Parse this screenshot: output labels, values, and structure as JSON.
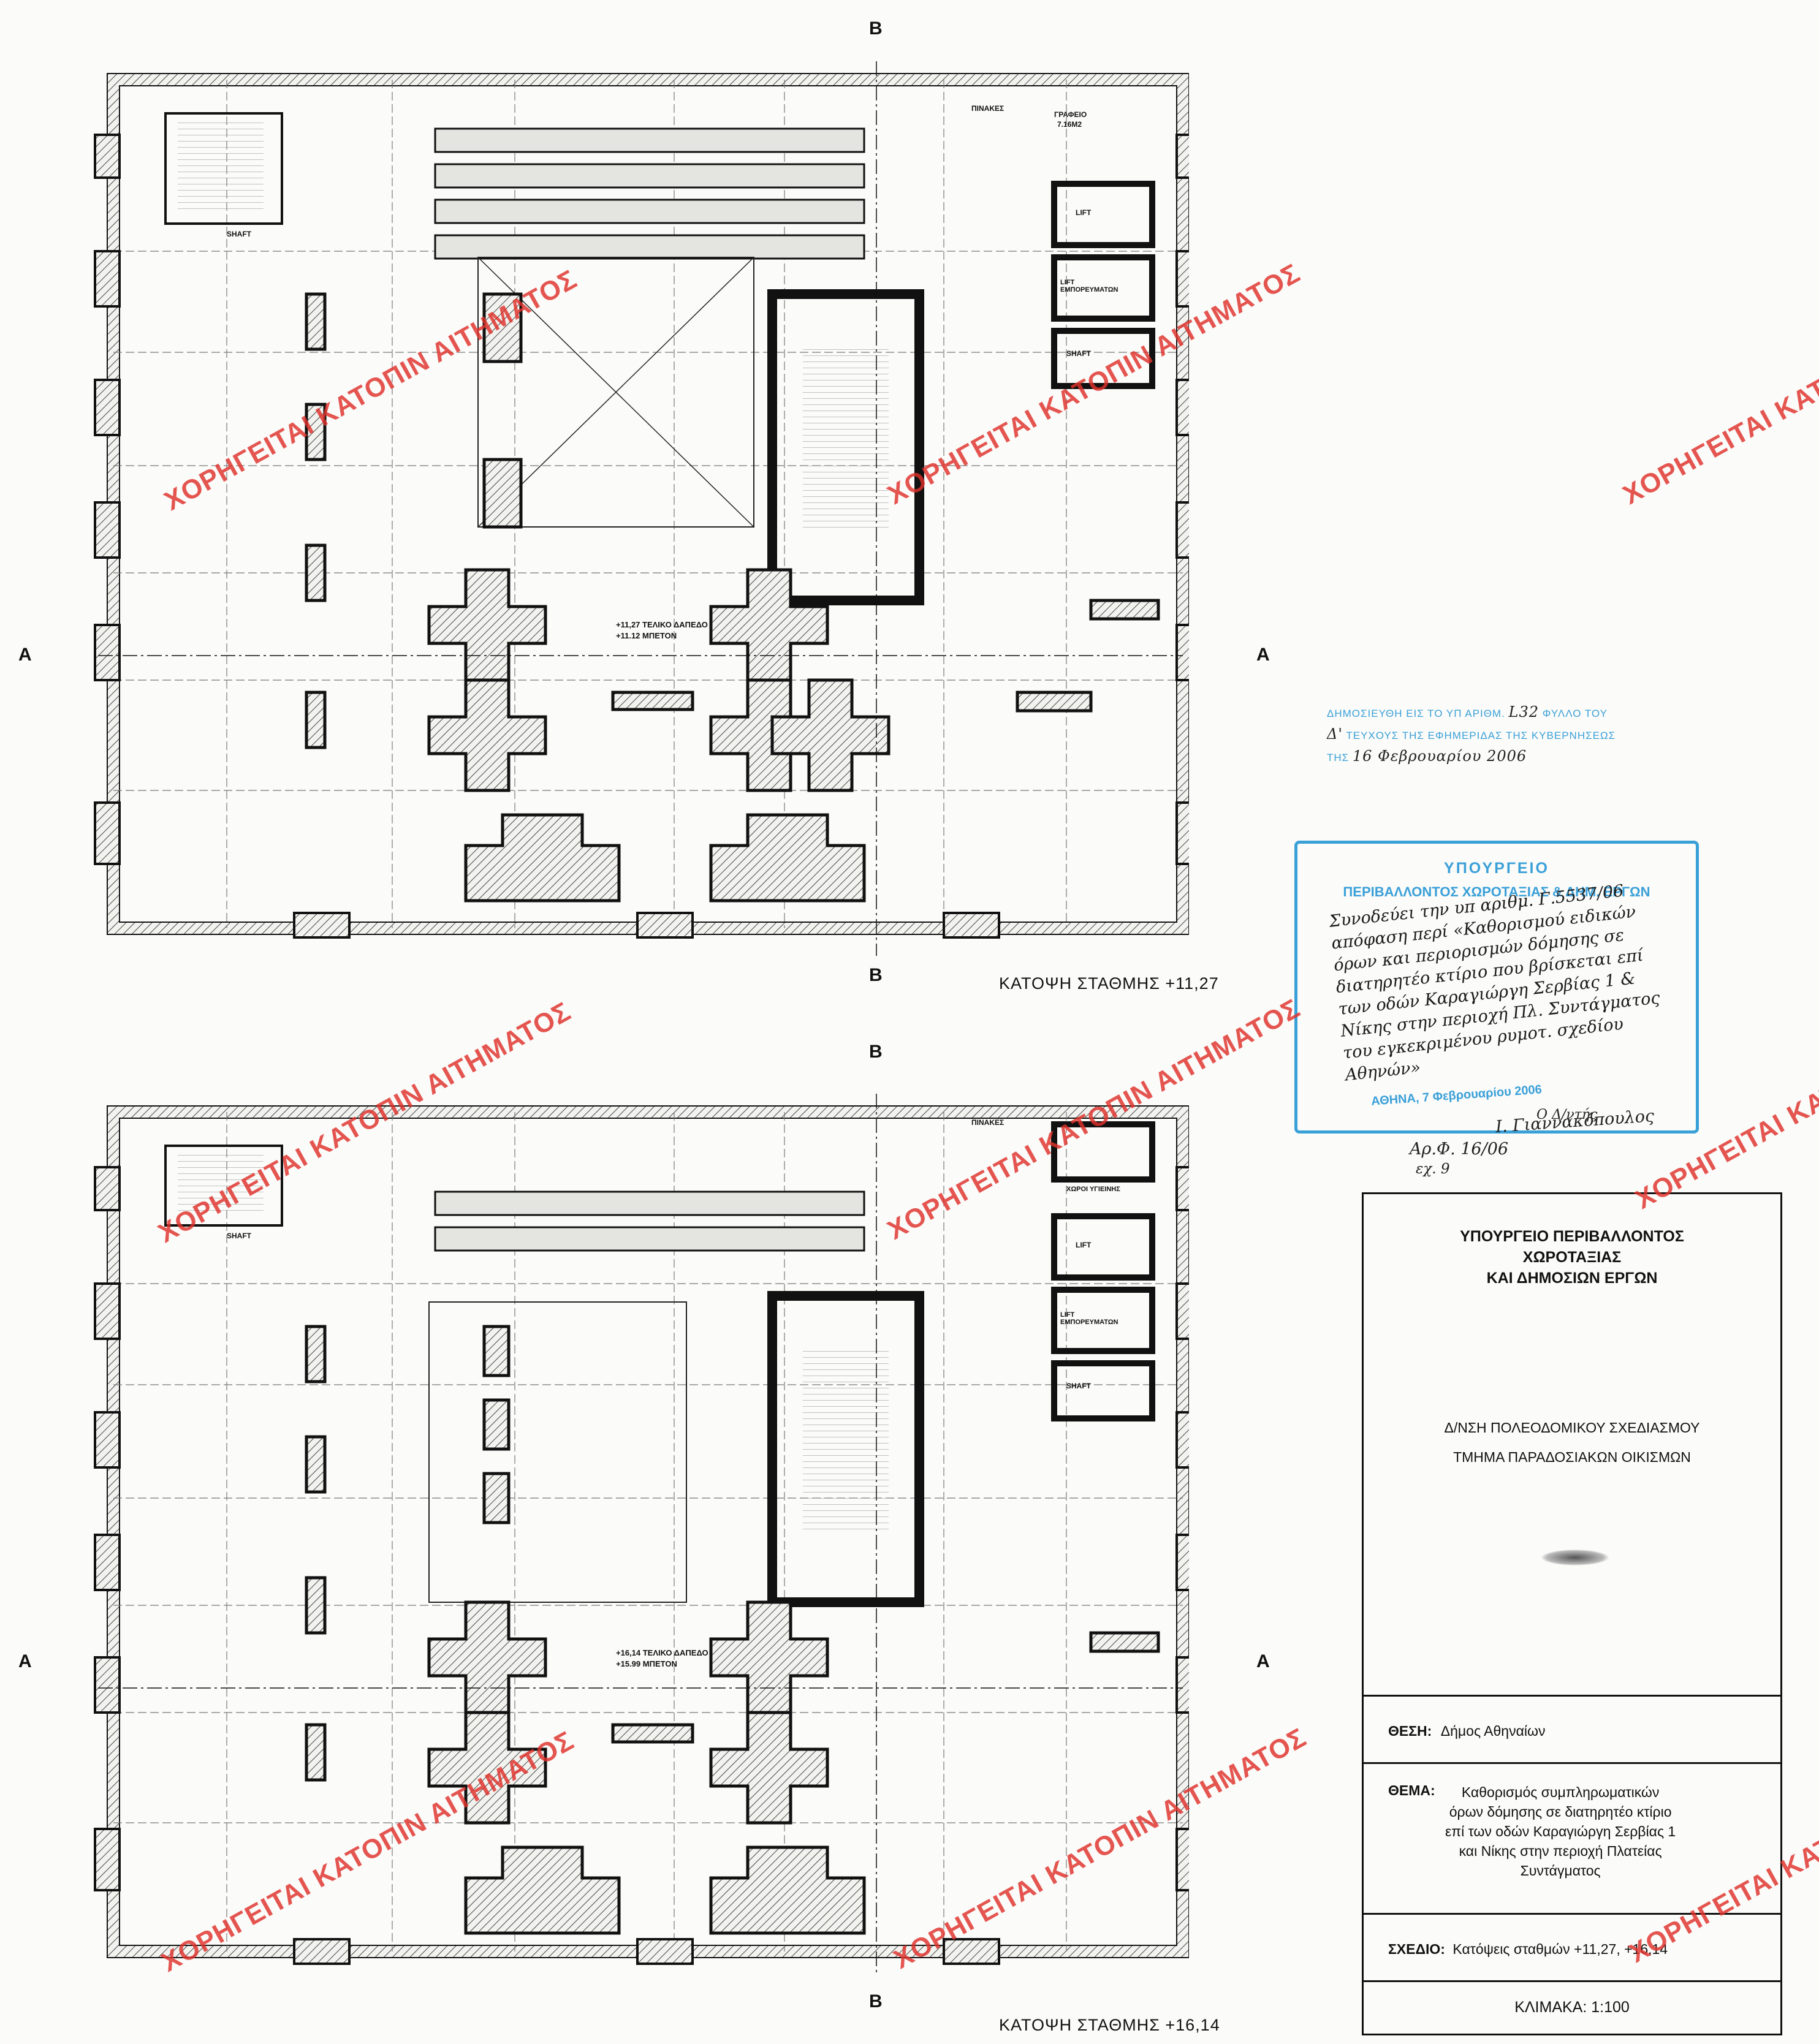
{
  "sections": {
    "a_marker": "A",
    "b_marker": "B"
  },
  "plan_top": {
    "caption": "ΚΑΤΟΨΗ ΣΤΑΘΜΗΣ +11,27",
    "level_label": "+11,27 ΤΕΛΙΚΟ ΔΑΠΕΔΟ",
    "level_label_2": "+11.12 ΜΠΕΤΟΝ",
    "rooms": {
      "pinakes": "ΠΙΝΑΚΕΣ",
      "grafeio": "ΓΡΑΦΕΙΟ",
      "grafeio_area": "7.16M2",
      "lift": "LIFT",
      "lift_goods": "LIFT ΕΜΠΟΡΕΥΜΑΤΩΝ",
      "shaft": "SHAFT",
      "shaft2": "SHAFT"
    }
  },
  "plan_bottom": {
    "caption": "ΚΑΤΟΨΗ ΣΤΑΘΜΗΣ +16,14",
    "level_label": "+16,14 ΤΕΛΙΚΟ ΔΑΠΕΔΟ",
    "level_label_2": "+15.99 ΜΠΕΤΟΝ",
    "rooms": {
      "pinakes": "ΠΙΝΑΚΕΣ",
      "wc": "ΧΩΡΟΙ ΥΓΙΕΙΝΗΣ",
      "lift": "LIFT",
      "lift_goods": "LIFT ΕΜΠΟΡΕΥΜΑΤΩΝ",
      "shaft": "SHAFT",
      "shaft2": "SHAFT"
    }
  },
  "watermark": "ΧΟΡΗΓΕΙΤΑΙ ΚΑΤΟΠΙΝ ΑΙΤΗΜΑΤΟΣ",
  "watermark_cut_right": "ΧΟΡΗΓΕΙΤΑΙ ΚΑΤ",
  "publication": {
    "line1": "ΔΗΜΟΣΙΕΥΘΗ ΕΙΣ ΤΟ ΥΠ ΑΡΙΘΜ.",
    "number": "L32",
    "line1_end": "ΦΥΛΛΟ ΤΟΥ",
    "series": "Δ'",
    "line2": "ΤΕΥΧΟΥΣ ΤΗΣ ΕΦΗΜΕΡΙΔΑΣ ΤΗΣ ΚΥΒΕΡΝΗΣΕΩΣ",
    "line3": "ΤΗΣ",
    "date_handwritten": "16 Φεβρουαρίου 2006"
  },
  "ministry_stamp": {
    "line1": "ΥΠΟΥΡΓΕΙΟ",
    "line2": "ΠΕΡΙΒΑΛΛΟΝΤΟΣ ΧΩΡΟΤΑΞΙΑΣ & ΔΗΜ. ΕΡΓΩΝ",
    "handwritten": "Συνοδεύει την υπ αριθμ. Γ.5537/06 απόφαση περί «Καθορισμού ειδικών όρων και περιορισμών δόμησης σε διατηρητέο κτίριο που βρίσκεται επί των οδών Καραγιώργη Σερβίας 1 & Νίκης στην περιοχή Πλ. Συντάγματος του εγκεκριμένου ρυμοτ. σχεδίου Αθηνών»",
    "date_line": "ΑΘΗΝΑ, 7 Φεβρουαρίου 2006",
    "signer_role": "Ο Δ/ντής",
    "signature": "Ι. Γιαννακόπουλος",
    "file_ref": "Αρ.Φ. 16/06",
    "file_ref2": "εχ. 9"
  },
  "title_block": {
    "ministry": [
      "ΥΠΟΥΡΓΕΙΟ ΠΕΡΙΒΑΛΛΟΝΤΟΣ",
      "ΧΩΡΟΤΑΞΙΑΣ",
      "ΚΑΙ ΔΗΜΟΣΙΩΝ ΕΡΓΩΝ"
    ],
    "directorate": "Δ/ΝΣΗ ΠΟΛΕΟΔΟΜΙΚΟΥ ΣΧΕΔΙΑΣΜΟΥ",
    "department": "ΤΜΗΜΑ ΠΑΡΑΔΟΣΙΑΚΩΝ ΟΙΚΙΣΜΩΝ",
    "location_label": "ΘΕΣΗ:",
    "location_value": "Δήμος Αθηναίων",
    "subject_label": "ΘΕΜΑ:",
    "subject_value": "Καθορισμός συμπληρωματικών όρων δόμησης σε διατηρητέο κτίριο επί των οδών Καραγιώργη Σερβίας 1 και Νίκης στην περιοχή Πλατείας Συντάγματος",
    "drawing_label": "ΣΧΕΔΙΟ:",
    "drawing_value": "Κατόψεις σταθμών +11,27, +16,14",
    "scale": "ΚΛΙΜΑΚΑ: 1:100"
  }
}
